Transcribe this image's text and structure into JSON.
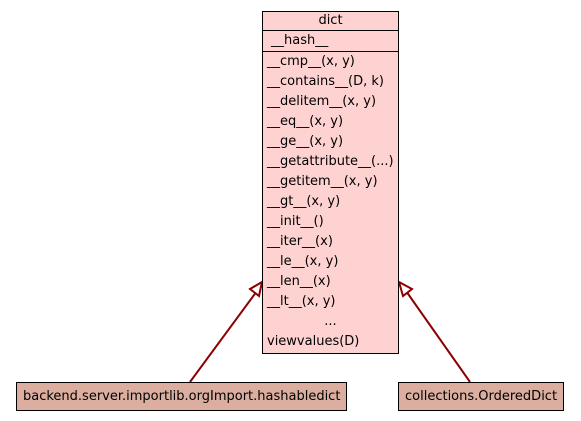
{
  "base_class": {
    "name": "dict",
    "attributes": [
      "__hash__"
    ],
    "methods": [
      "__cmp__(x, y)",
      "__contains__(D, k)",
      "__delitem__(x, y)",
      "__eq__(x, y)",
      "__ge__(x, y)",
      "__getattribute__(...)",
      "__getitem__(x, y)",
      "__gt__(x, y)",
      "__init__()",
      "__iter__(x)",
      "__le__(x, y)",
      "__len__(x)",
      "__lt__(x, y)",
      "...",
      "viewvalues(D)"
    ]
  },
  "subclasses": [
    {
      "name": "backend.server.importlib.orgImport.hashabledict"
    },
    {
      "name": "collections.OrderedDict"
    }
  ],
  "colors": {
    "base_fill": "#ffd2d2",
    "subclass_fill": "#dbaea0",
    "edge": "#8b0000"
  }
}
